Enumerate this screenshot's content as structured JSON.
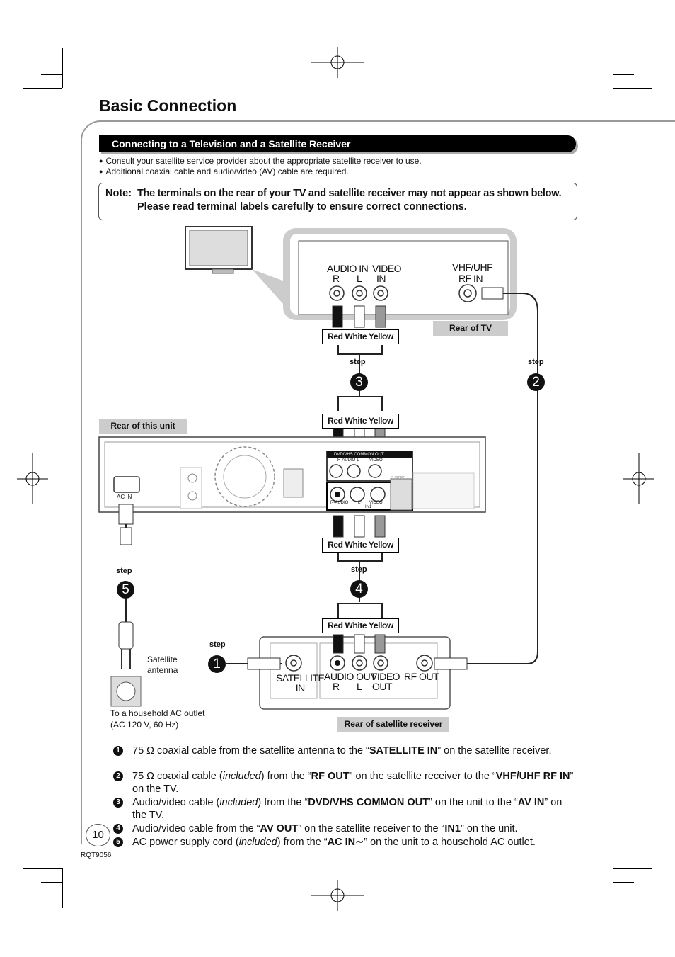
{
  "title": "Basic Connection",
  "section": "Connecting to a Television and a Satellite Receiver",
  "bullets": [
    "Consult your satellite service provider about the appropriate satellite receiver to use.",
    "Additional coaxial cable and audio/video (AV) cable are required."
  ],
  "note": {
    "label": "Note:",
    "line1": "The terminals on the rear of your TV and satellite receiver may not appear as shown below.",
    "line2": "Please read terminal labels carefully to ensure correct connections."
  },
  "tv": {
    "audio_in": "AUDIO IN",
    "r": "R",
    "l": "L",
    "video": "VIDEO",
    "in": "IN",
    "vhf": "VHF/UHF",
    "rf_in": "RF IN",
    "rear_label": "Rear of TV"
  },
  "cable_labels": {
    "red": "Red",
    "white": "White",
    "yellow": "Yellow"
  },
  "step_word": "step",
  "unit": {
    "rear_label": "Rear of this unit",
    "ac_in": "AC IN",
    "common_out": "DVD/VHS COMMON OUT",
    "r_audio_l": "R-AUDIO-L",
    "video": "VIDEO",
    "in1": "IN1",
    "r_audio": "R-AUDIO",
    "l": "L",
    "s_video": "S VIDEO"
  },
  "receiver": {
    "satellite": "SATELLITE",
    "in": "IN",
    "audio_out": "AUDIO OUT",
    "r": "R",
    "l": "L",
    "video": "VIDEO",
    "out": "OUT",
    "rf_out": "RF OUT",
    "rear_label": "Rear of satellite receiver"
  },
  "antenna_label": "Satellite antenna",
  "outlet_label_1": "To a household AC outlet",
  "outlet_label_2": "(AC 120 V, 60 Hz)",
  "step_numbers": [
    "1",
    "2",
    "3",
    "4",
    "5"
  ],
  "instructions": [
    {
      "num": "1",
      "pre": "75 Ω coaxial cable from the satellite antenna to the “",
      "b1": "SATELLITE IN",
      "post": "” on the satellite receiver."
    },
    {
      "num": "2",
      "pre": "75 Ω coaxial cable (",
      "i1": "included",
      "mid": ") from the “",
      "b1": "RF OUT",
      "mid2": "” on the satellite receiver to the “",
      "b2": "VHF/UHF RF IN",
      "post": "” on the TV."
    },
    {
      "num": "3",
      "pre": "Audio/video cable (",
      "i1": "included",
      "mid": ") from the “",
      "b1": "DVD/VHS COMMON OUT",
      "mid2": "” on the unit to the “",
      "b2": "AV IN",
      "post": "” on the TV."
    },
    {
      "num": "4",
      "pre": "Audio/video cable from the “",
      "b1": "AV OUT",
      "mid": "” on the satellite receiver to the “",
      "b2": "IN1",
      "post": "” on the unit."
    },
    {
      "num": "5",
      "pre": "AC power supply cord (",
      "i1": "included",
      "mid": ") from the “",
      "b1": "AC IN∼",
      "post": "” on the unit to a household AC outlet."
    }
  ],
  "page_number": "10",
  "doc_code": "RQT9056"
}
